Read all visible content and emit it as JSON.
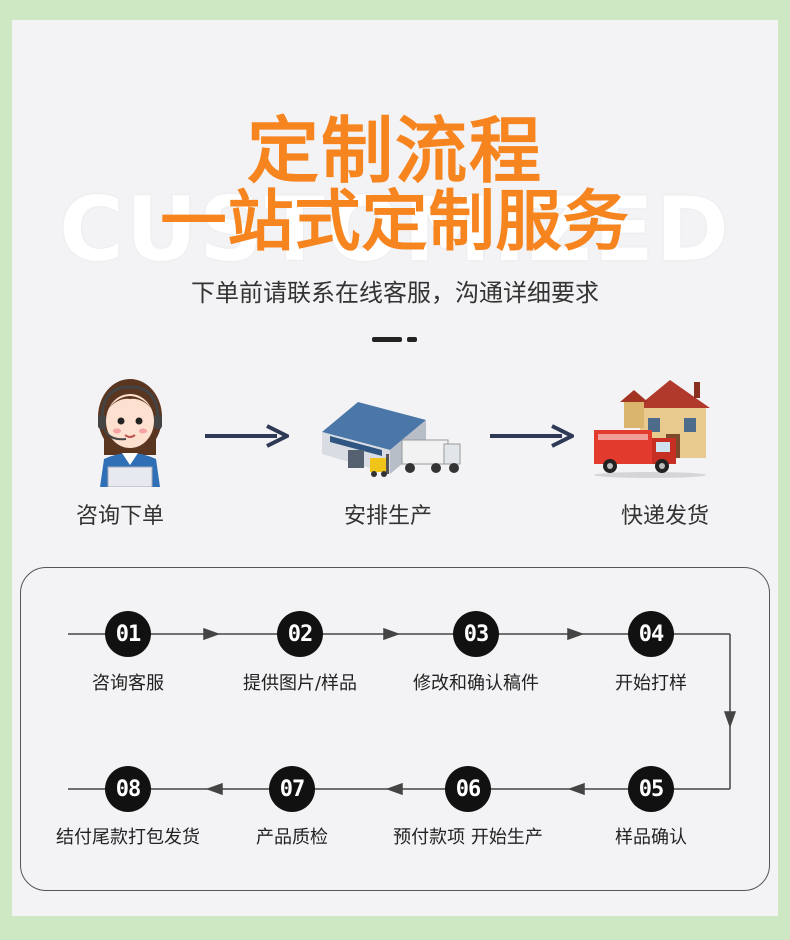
{
  "header": {
    "title_main": "定制流程",
    "title_sub": "一站式定制服务",
    "bg_word": "CUSTOMIZED",
    "subtitle": "下单前请联系在线客服，沟通详细要求"
  },
  "top_steps": [
    {
      "label": "咨询下单",
      "icon": "customer-service-icon"
    },
    {
      "label": "安排生产",
      "icon": "factory-icon"
    },
    {
      "label": "快递发货",
      "icon": "delivery-truck-icon"
    }
  ],
  "flow": [
    {
      "num": "01",
      "label": "咨询客服"
    },
    {
      "num": "02",
      "label": "提供图片/样品"
    },
    {
      "num": "03",
      "label": "修改和确认稿件"
    },
    {
      "num": "04",
      "label": "开始打样"
    },
    {
      "num": "05",
      "label": "样品确认"
    },
    {
      "num": "06",
      "label": "预付款项 开始生产"
    },
    {
      "num": "07",
      "label": "产品质检"
    },
    {
      "num": "08",
      "label": "结付尾款打包发货"
    }
  ],
  "colors": {
    "accent": "#f6841f",
    "background": "#cfe8c4",
    "panel": "#f3f3f5",
    "arrow": "#2e3a55"
  }
}
